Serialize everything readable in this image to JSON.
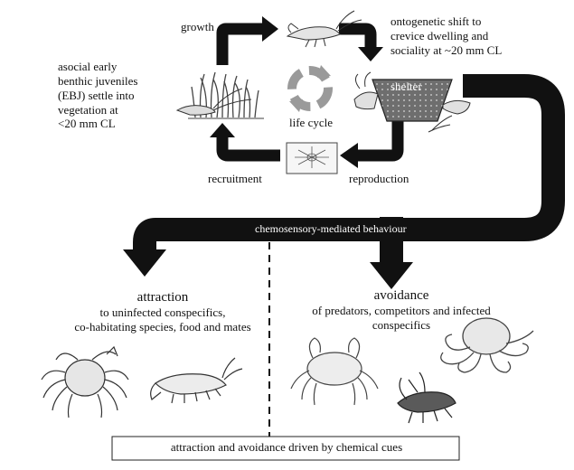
{
  "life_cycle": {
    "growth": "growth",
    "ontogenetic_shift": [
      "ontogenetic shift to",
      "crevice dwelling and",
      "sociality at ~20 mm CL"
    ],
    "asocial_note": [
      "asocial early",
      "benthic juveniles",
      "(EBJ) settle into",
      "vegetation at",
      "<20 mm CL"
    ],
    "shelter": "shelter",
    "life_cycle_label": "life cycle",
    "recruitment": "recruitment",
    "reproduction": "reproduction"
  },
  "band_label": "chemosensory-mediated behaviour",
  "attraction": {
    "title": "attraction",
    "detail": [
      "to uninfected conspecifics,",
      "co-habitating species, food and mates"
    ]
  },
  "avoidance": {
    "title": "avoidance",
    "detail": [
      "of predators, competitors and infected",
      "conspecifics"
    ]
  },
  "footer": "attraction and avoidance driven by chemical cues",
  "colors": {
    "arrow": "#111111",
    "shelter_fill": "#6e6e6e",
    "cycle_gray": "#9a9a9a"
  }
}
